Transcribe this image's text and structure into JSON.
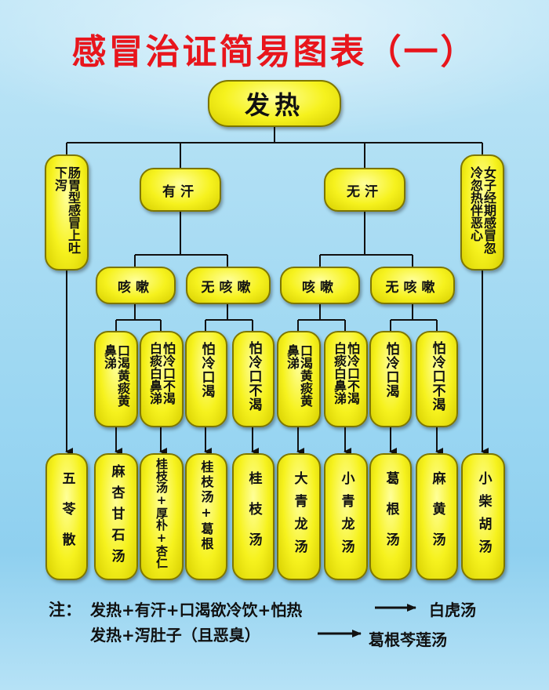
{
  "title": "感冒治证简易图表（一）",
  "root": "发热",
  "left_branch": "肠胃型感冒上吐下泻",
  "right_branch": "女子经期感冒忽冷忽热伴恶心",
  "sweat": "有汗",
  "no_sweat": "无汗",
  "cough": "咳嗽",
  "no_cough": "无咳嗽",
  "symptoms": {
    "s1": "口渴黄痰黄鼻涕",
    "s2": "怕冷口不渴白痰白鼻涕",
    "s3": "怕冷口渴",
    "s4": "怕冷口不渴",
    "s5": "口渴黄痰黄鼻涕",
    "s6": "怕冷口不渴白痰白鼻涕",
    "s7": "怕冷口渴",
    "s8": "怕冷口不渴"
  },
  "remedies": {
    "r0": "五苓散",
    "r1": "麻杏甘石汤",
    "r2": "桂枝汤+厚朴+杏仁",
    "r3": "桂枝汤+葛根",
    "r4": "桂枝汤",
    "r5": "大青龙汤",
    "r6": "小青龙汤",
    "r7": "葛根汤",
    "r8": "麻黄汤",
    "r9": "小柴胡汤"
  },
  "note": {
    "label": "注：",
    "line1": "发热+有汗+口渴欲冷饮+怕热",
    "result1": "白虎汤",
    "line2": "发热+泻肚子（且恶臭）",
    "result2": "葛根芩莲汤"
  }
}
